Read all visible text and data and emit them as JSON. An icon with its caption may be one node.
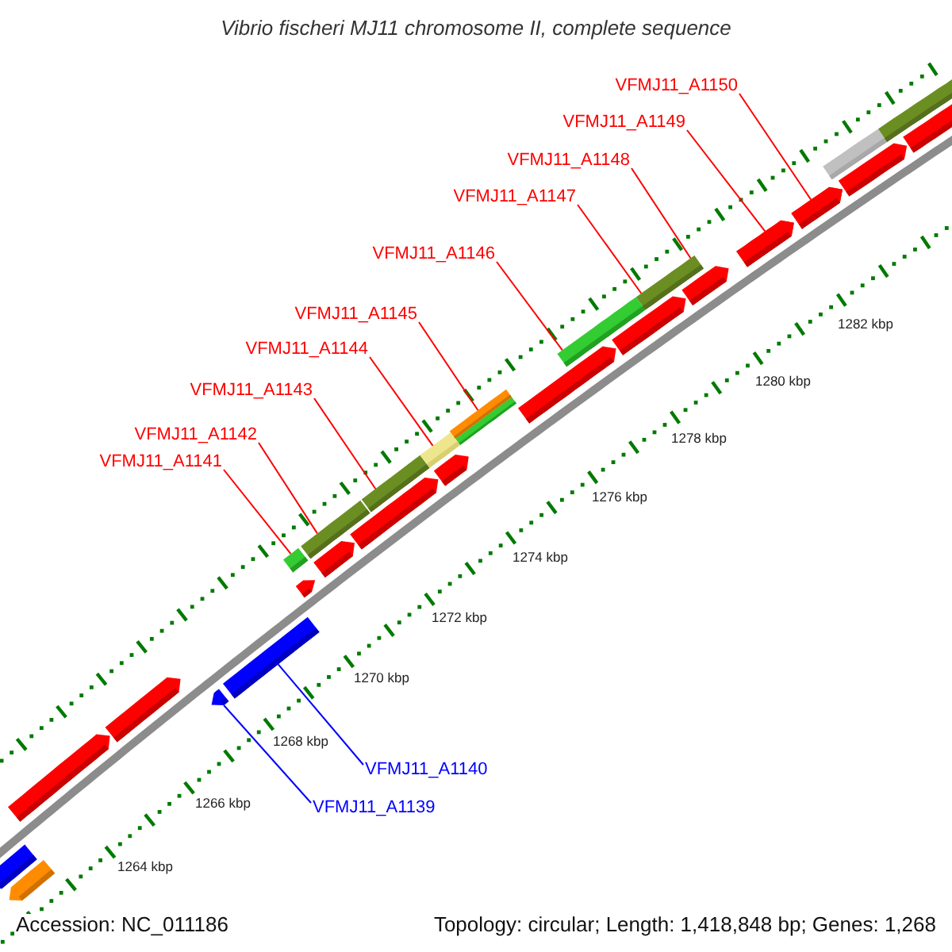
{
  "diagram": {
    "title": "Vibrio fischeri MJ11 chromosome II, complete sequence",
    "nodes": [
      {
        "text": [
          "VFMJ11_A1150"
        ]
      },
      {
        "text": [
          "VFMJ11_A1149"
        ]
      },
      {
        "text": [
          "VFMJ11_A1148"
        ]
      },
      {
        "text": [
          "VFMJ11_A1147"
        ]
      },
      {
        "text": [
          "VFMJ11_A1146"
        ]
      },
      {
        "text": [
          "VFMJ11_A1145"
        ]
      },
      {
        "text": [
          "VFMJ11_A1144"
        ]
      },
      {
        "text": [
          "VFMJ11_A1143"
        ]
      },
      {
        "text": [
          "VFMJ11_A1142"
        ]
      },
      {
        "text": [
          "VFMJ11_A1141"
        ]
      },
      {
        "text": [
          "VFMJ11_A1140"
        ]
      },
      {
        "text": [
          "VFMJ11_A1139"
        ]
      },
      {
        "text": [],
        "shape": "bar"
      },
      {
        "text": [],
        "shape": "bar"
      },
      {
        "text": [],
        "shape": "bar"
      },
      {
        "text": [],
        "shape": "bar"
      },
      {
        "text": [],
        "shape": "bar"
      },
      {
        "text": [],
        "shape": "bar"
      },
      {
        "text": [],
        "shape": "bar"
      },
      {
        "text": [],
        "shape": "bar"
      },
      {
        "text": [],
        "shape": "bar"
      },
      {
        "text": [],
        "shape": "bar"
      },
      {
        "text": [],
        "shape": "bar"
      }
    ],
    "edges": [
      {
        "from": 0,
        "to": 22,
        "arrow": "none"
      },
      {
        "from": 1,
        "to": 21,
        "arrow": "none"
      },
      {
        "from": 2,
        "to": 20,
        "arrow": "none"
      },
      {
        "from": 3,
        "to": 20,
        "arrow": "none"
      },
      {
        "from": 4,
        "to": 19,
        "arrow": "none"
      },
      {
        "from": 5,
        "to": 18,
        "arrow": "none"
      },
      {
        "from": 6,
        "to": 17,
        "arrow": "none"
      },
      {
        "from": 7,
        "to": 16,
        "arrow": "none"
      },
      {
        "from": 8,
        "to": 15,
        "arrow": "none"
      },
      {
        "from": 9,
        "to": 14,
        "arrow": "none"
      },
      {
        "from": 10,
        "to": 13,
        "arrow": "none",
        "color": "#0000ff"
      },
      {
        "from": 11,
        "to": 12,
        "arrow": "none",
        "color": "#0000ff"
      }
    ],
    "labels": [
      "1282 kbp",
      "1280 kbp",
      "1278 kbp",
      "1276 kbp",
      "1274 kbp",
      "1272 kbp",
      "1270 kbp",
      "1268 kbp",
      "1266 kbp",
      "1264 kbp",
      "Accession: NC_011186",
      "Topology: circular; Length: 1,418,848 bp; Genes: 1,268"
    ]
  }
}
